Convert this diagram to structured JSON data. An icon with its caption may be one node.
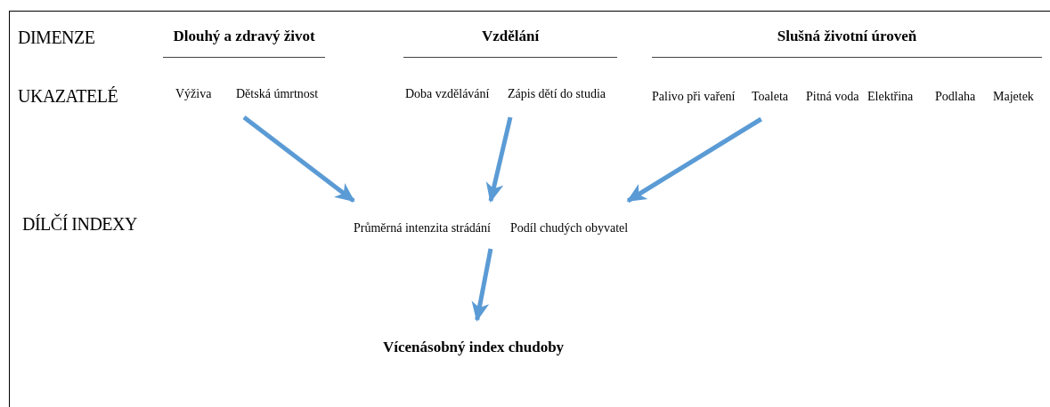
{
  "diagram": {
    "nodes": [
      {
        "text": [
          "Dlouhý a zdravý život"
        ]
      },
      {
        "text": [
          "Výživa"
        ],
        "in": 0
      },
      {
        "text": [
          "Dětská úmrtnost"
        ],
        "in": 0
      },
      {
        "text": [
          "Vzdělání"
        ]
      },
      {
        "text": [
          "Doba vzdělávání"
        ],
        "in": 3
      },
      {
        "text": [
          "Zápis dětí do studia"
        ],
        "in": 3
      },
      {
        "text": [
          "Slušná životní úroveň"
        ]
      },
      {
        "text": [
          "Palivo při vaření"
        ],
        "in": 6
      },
      {
        "text": [
          "Toaleta"
        ],
        "in": 6
      },
      {
        "text": [
          "Pitná voda"
        ],
        "in": 6
      },
      {
        "text": [
          "Elektřina"
        ],
        "in": 6
      },
      {
        "text": [
          "Podlaha"
        ],
        "in": 6
      },
      {
        "text": [
          "Majetek"
        ],
        "in": 6
      },
      {
        "text": [
          "Průměrná intenzita strádání"
        ]
      },
      {
        "text": [
          "Podíl chudých obyvatel"
        ]
      },
      {
        "text": [
          "Vícenásobný index chudoby"
        ]
      }
    ],
    "edges": [
      {
        "from": 0,
        "to": 13,
        "arrow": "to"
      },
      {
        "from": 3,
        "to": 13,
        "arrow": "to"
      },
      {
        "from": 6,
        "to": 14,
        "arrow": "to"
      },
      {
        "from": 13,
        "to": 15,
        "arrow": "to"
      }
    ],
    "labels": [
      "DIMENZE",
      "UKAZATELÉ",
      "DÍLČÍ INDEXY"
    ]
  }
}
